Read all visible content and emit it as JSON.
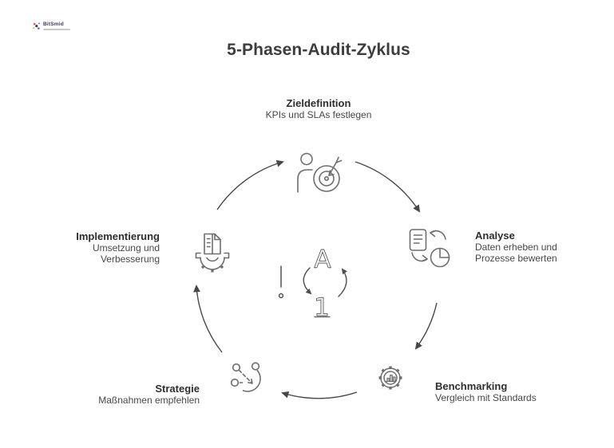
{
  "header": {
    "logo_text": "BitSmid",
    "title": "5-Phasen-Audit-Zyklus"
  },
  "phases": [
    {
      "label": "Zieldefinition",
      "desc_lines": [
        "KPIs und SLAs festlegen"
      ],
      "icon": "person-target-icon",
      "position": "top"
    },
    {
      "label": "Analyse",
      "desc_lines": [
        "Daten erheben und",
        "Prozesse bewerten"
      ],
      "icon": "document-arrows-pie-icon",
      "position": "right"
    },
    {
      "label": "Benchmarking",
      "desc_lines": [
        "Vergleich mit Standards"
      ],
      "icon": "gear-bar-chart-icon",
      "position": "bottom-right"
    },
    {
      "label": "Strategie",
      "desc_lines": [
        "Maßnahmen empfehlen"
      ],
      "icon": "strategy-nodes-arrow-icon",
      "position": "bottom-left"
    },
    {
      "label": "Implementierung",
      "desc_lines": [
        "Umsetzung und",
        "Verbesserung"
      ],
      "icon": "gear-document-icon",
      "position": "left"
    }
  ],
  "center_icon": {
    "name": "a-to-1-cycle-icon",
    "letter_top": "A",
    "letter_bottom": "1",
    "exclamation": "!"
  },
  "cycle": {
    "direction": "clockwise",
    "arrow_count": 5
  },
  "colors": {
    "background": "#ffffff",
    "title": "#3d3d3d",
    "phase_label": "#2e2e2e",
    "phase_desc": "#474747",
    "icon_stroke": "#6e6e6e",
    "arrow_stroke": "#474747",
    "center_stroke": "#5a5a5a"
  }
}
